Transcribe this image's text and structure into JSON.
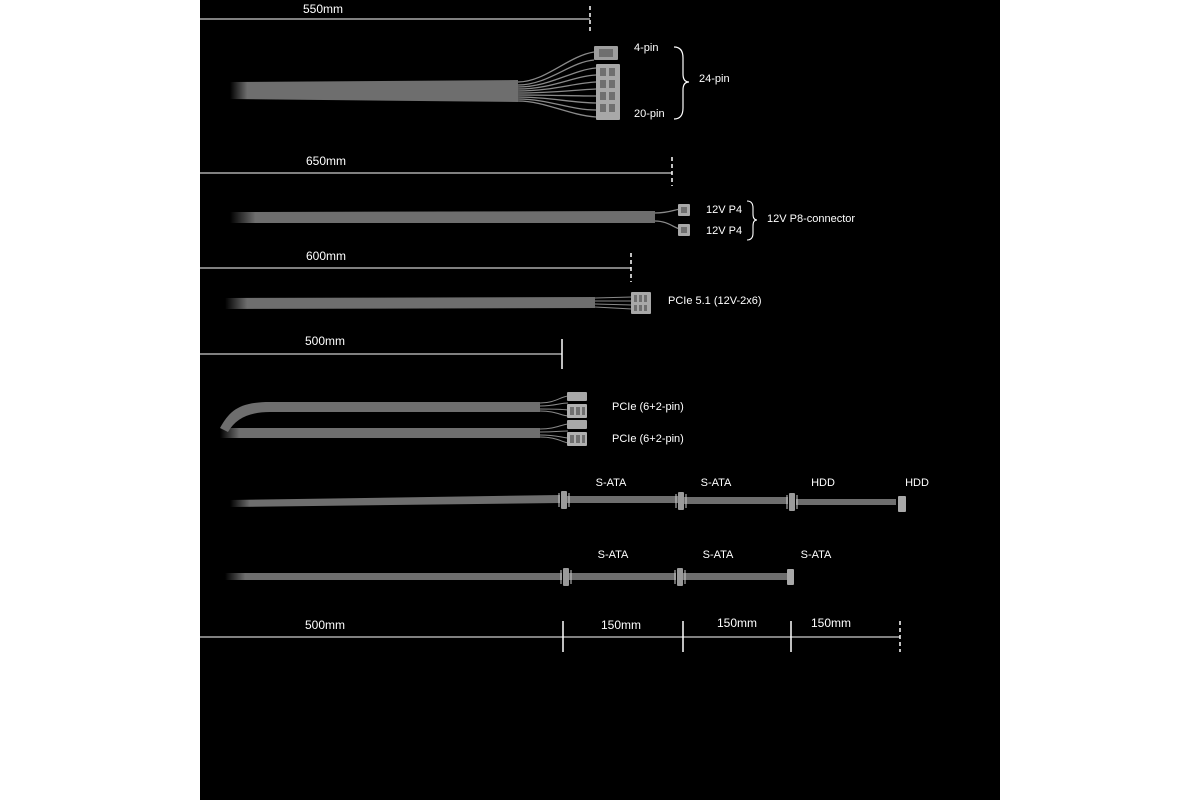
{
  "lengths": {
    "atx": "550mm",
    "cpu": "650mm",
    "pcie5": "600mm",
    "pcie": "500mm",
    "sata_base": "500mm",
    "sata_seg1": "150mm",
    "sata_seg2": "150mm",
    "sata_seg3": "150mm"
  },
  "connectors": {
    "atx_4pin": "4-pin",
    "atx_20pin": "20-pin",
    "atx_24pin": "24-pin",
    "cpu_a": "12V P4",
    "cpu_b": "12V P4",
    "cpu_group": "12V P8-connector",
    "pcie5": "PCIe 5.1 (12V-2x6)",
    "pcie_a": "PCIe (6+2-pin)",
    "pcie_b": "PCIe (6+2-pin)",
    "sata1": [
      "S-ATA",
      "S-ATA",
      "HDD",
      "HDD"
    ],
    "sata2": [
      "S-ATA",
      "S-ATA",
      "S-ATA"
    ]
  },
  "colors": {
    "background": "#000000",
    "cable": "#6e6e6e",
    "connector": "#bdbdbd",
    "text": "#ffffff"
  }
}
